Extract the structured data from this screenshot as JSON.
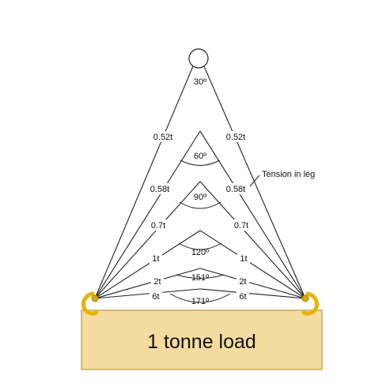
{
  "diagram": {
    "load_label": "1 tonne load",
    "annotation": "Tension in leg",
    "colors": {
      "load_fill": "#f4dba0",
      "load_stroke": "#c9a95c",
      "hook": "#e6b400",
      "line": "#222222"
    },
    "slings": [
      {
        "angle": "30º",
        "tension_left": "0.52t",
        "tension_right": "0.52t"
      },
      {
        "angle": "60º",
        "tension_left": "0.58t",
        "tension_right": "0.58t"
      },
      {
        "angle": "90º",
        "tension_left": "0.7t",
        "tension_right": "0.7t"
      },
      {
        "angle": "120º",
        "tension_left": "1t",
        "tension_right": "1t"
      },
      {
        "angle": "151º",
        "tension_left": "2t",
        "tension_right": "2t"
      },
      {
        "angle": "171º",
        "tension_left": "6t",
        "tension_right": "6t"
      }
    ],
    "icons": [
      "lifting-ring-icon",
      "left-hook-icon",
      "right-hook-icon"
    ]
  }
}
